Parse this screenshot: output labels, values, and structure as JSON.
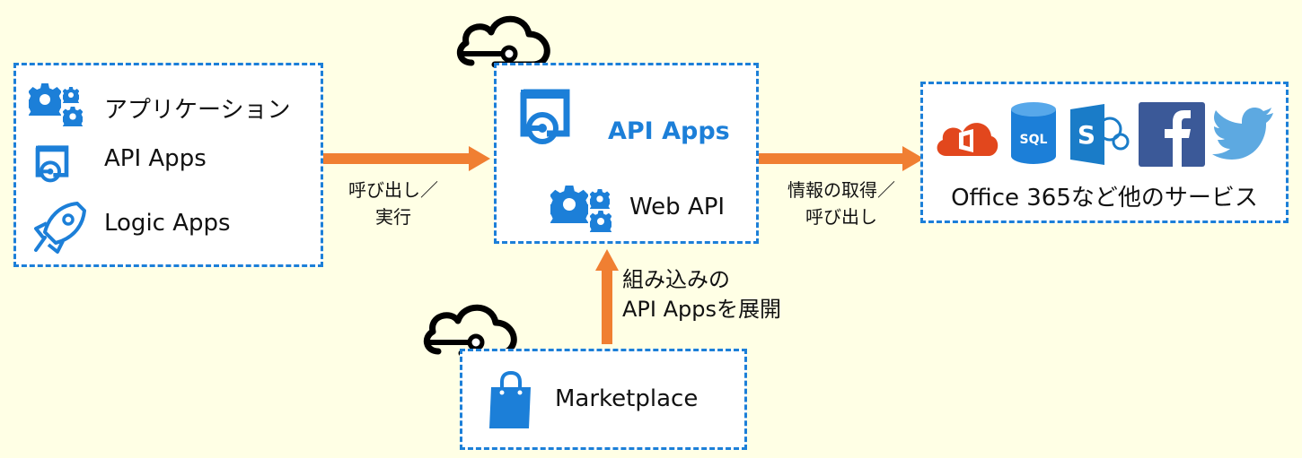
{
  "clients": {
    "items": [
      {
        "label": "アプリケーション",
        "icon": "gears-icon"
      },
      {
        "label": "API Apps",
        "icon": "api-apps-icon"
      },
      {
        "label": "Logic Apps",
        "icon": "rocket-icon"
      }
    ]
  },
  "arrow1_label": "呼び出し／\n実行",
  "hub": {
    "title": "API Apps",
    "sub": "Web API"
  },
  "arrow2_label": "情報の取得／\n呼び出し",
  "services": {
    "label": "Office 365など他のサービス",
    "sql_text": "SQL",
    "sharepoint_letter": "S"
  },
  "arrow3_label": "組み込みの\nAPI Appsを展開",
  "marketplace": {
    "label": "Marketplace"
  },
  "colors": {
    "accent": "#1C7FD8",
    "arrow": "#F07F32",
    "background": "#FFFFE5"
  }
}
